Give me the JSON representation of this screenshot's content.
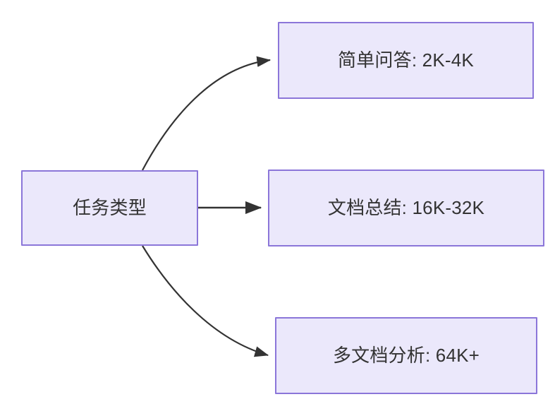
{
  "diagram": {
    "type": "flowchart",
    "direction": "left-to-right",
    "background_color": "#FFFFFF",
    "node_fill_color": "#EBE8FB",
    "node_border_color": "#8B76D9",
    "node_text_color": "#333333",
    "edge_color": "#333333",
    "nodes": {
      "source": {
        "label": "任务类型"
      },
      "branch_1": {
        "label": "简单问答: 2K-4K"
      },
      "branch_2": {
        "label": "文档总结: 16K-32K"
      },
      "branch_3": {
        "label": "多文档分析: 64K+"
      }
    },
    "edges": [
      {
        "from": "任务类型",
        "to": "简单问答: 2K-4K",
        "style": "curved",
        "arrow": "end",
        "label": ""
      },
      {
        "from": "任务类型",
        "to": "文档总结: 16K-32K",
        "style": "straight",
        "arrow": "end",
        "label": ""
      },
      {
        "from": "任务类型",
        "to": "多文档分析: 64K+",
        "style": "curved",
        "arrow": "end",
        "label": ""
      }
    ]
  }
}
